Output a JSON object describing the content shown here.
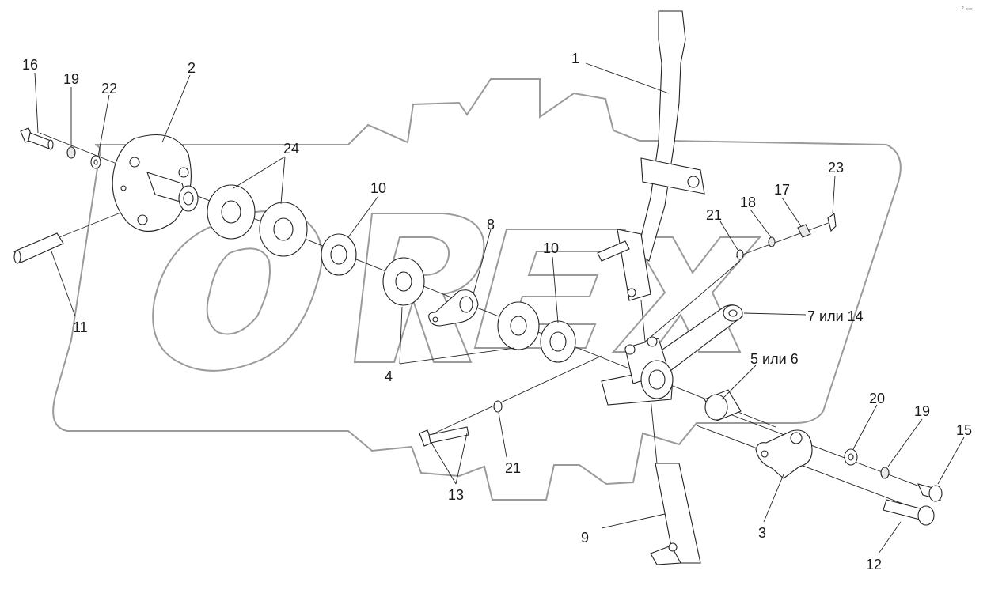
{
  "corner_mark": "·° ▫▫▫",
  "watermark": {
    "text": "OREX"
  },
  "callouts": [
    {
      "id": "c16",
      "text": "16"
    },
    {
      "id": "c19a",
      "text": "19"
    },
    {
      "id": "c22",
      "text": "22"
    },
    {
      "id": "c2",
      "text": "2"
    },
    {
      "id": "c24",
      "text": "24"
    },
    {
      "id": "c10a",
      "text": "10"
    },
    {
      "id": "c8",
      "text": "8"
    },
    {
      "id": "c10b",
      "text": "10"
    },
    {
      "id": "c11",
      "text": "11"
    },
    {
      "id": "c4",
      "text": "4"
    },
    {
      "id": "c1",
      "text": "1"
    },
    {
      "id": "c23",
      "text": "23"
    },
    {
      "id": "c17",
      "text": "17"
    },
    {
      "id": "c18",
      "text": "18"
    },
    {
      "id": "c21a",
      "text": "21"
    },
    {
      "id": "c7",
      "text": "7 или 14"
    },
    {
      "id": "c5",
      "text": "5 или 6"
    },
    {
      "id": "c20",
      "text": "20"
    },
    {
      "id": "c19b",
      "text": "19"
    },
    {
      "id": "c15",
      "text": "15"
    },
    {
      "id": "c21b",
      "text": "21"
    },
    {
      "id": "c13",
      "text": "13"
    },
    {
      "id": "c9",
      "text": "9"
    },
    {
      "id": "c3",
      "text": "3"
    },
    {
      "id": "c12",
      "text": "12"
    }
  ]
}
